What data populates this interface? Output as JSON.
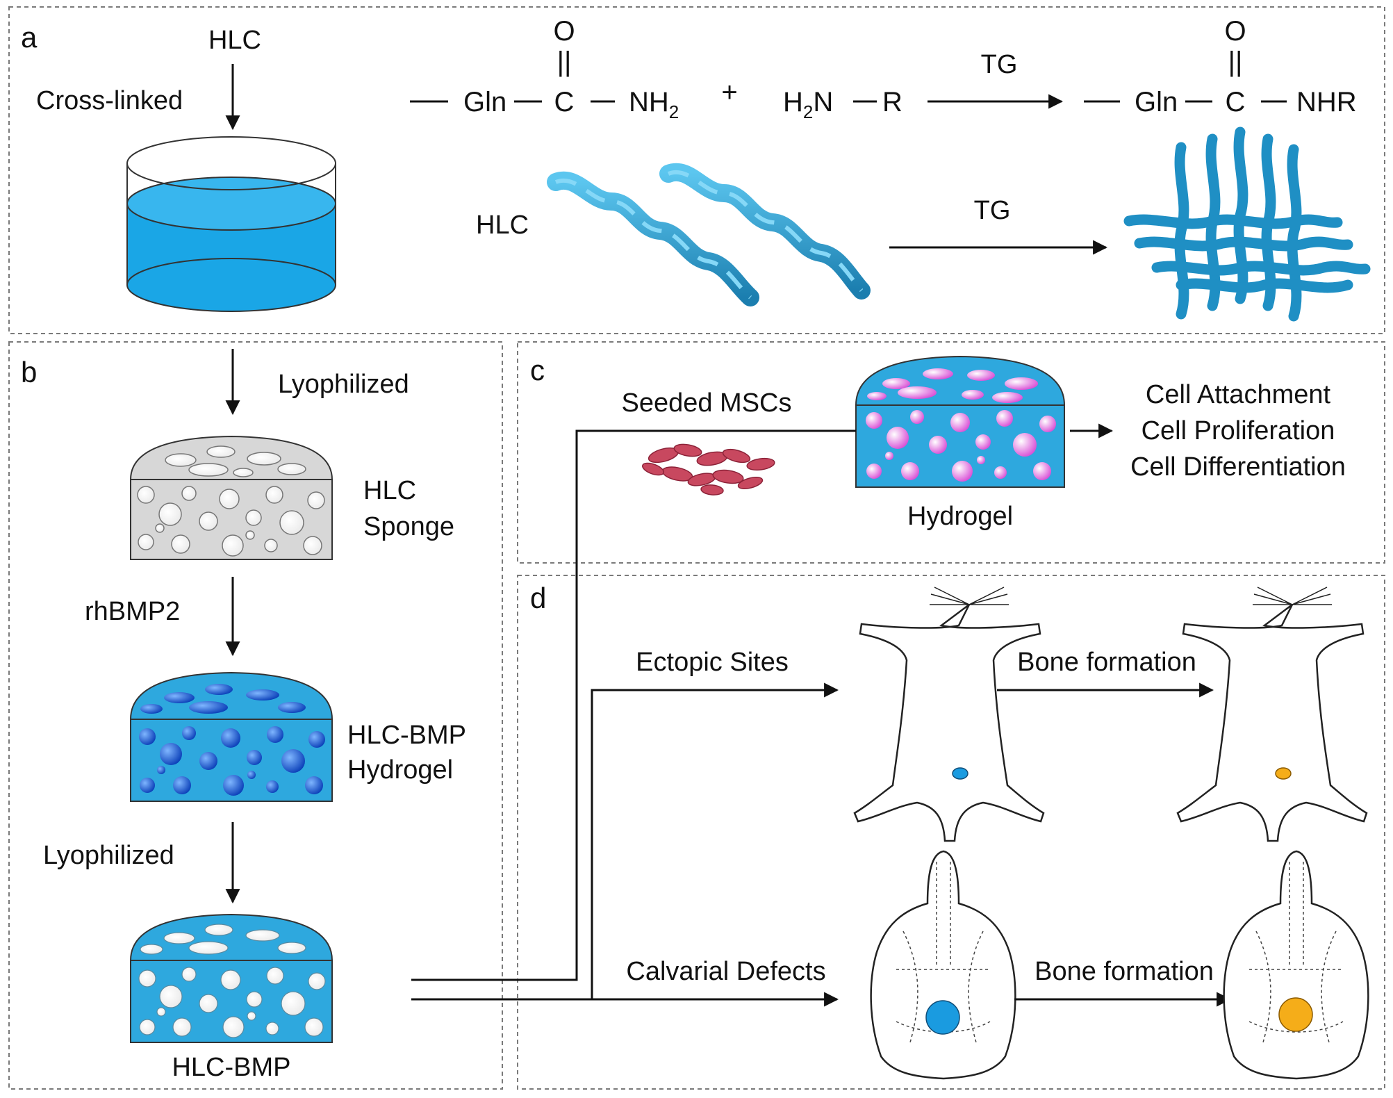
{
  "panels": {
    "a": {
      "letter": "a",
      "hlc_top": "HLC",
      "cross_linked": "Cross-linked",
      "reaction": {
        "o_left": "O",
        "dbl_left": "||",
        "dash": "—",
        "gln_left": "Gln",
        "c_left": "C",
        "nh2": "NH",
        "nh2_sub": "2",
        "plus": "+",
        "h2n": "H",
        "h2n_sub": "2",
        "h2n_n": "N",
        "r": "R",
        "tg": "TG",
        "o_right": "O",
        "dbl_right": "||",
        "gln_right": "Gln",
        "c_right": "C",
        "nhr": "NHR"
      },
      "hlc_fiber": "HLC",
      "tg_fiber": "TG"
    },
    "b": {
      "letter": "b",
      "lyophilized_1": "Lyophilized",
      "sponge_1": "HLC",
      "sponge_2": "Sponge",
      "rhbmp2": "rhBMP2",
      "hydrogel_1": "HLC-BMP",
      "hydrogel_2": "Hydrogel",
      "lyophilized_2": "Lyophilized",
      "final": "HLC-BMP"
    },
    "c": {
      "letter": "c",
      "seeded": "Seeded MSCs",
      "hydrogel": "Hydrogel",
      "outcomes": [
        "Cell Attachment",
        "Cell Proliferation",
        "Cell Differentiation"
      ]
    },
    "d": {
      "letter": "d",
      "ectopic": "Ectopic Sites",
      "bone_1": "Bone formation",
      "calvarial": "Calvarial Defects",
      "bone_2": "Bone formation"
    }
  },
  "colors": {
    "hydrogel_blue": "#2ea8de",
    "deep_blue": "#1f6fd6",
    "pink": "#e86be6",
    "grey_sponge": "#d7d7d7",
    "implant_blue": "#1a9be0",
    "bone_orange": "#f5ad19",
    "cell_red": "#c8485f",
    "fiber_blue": "#2b9fd0"
  }
}
